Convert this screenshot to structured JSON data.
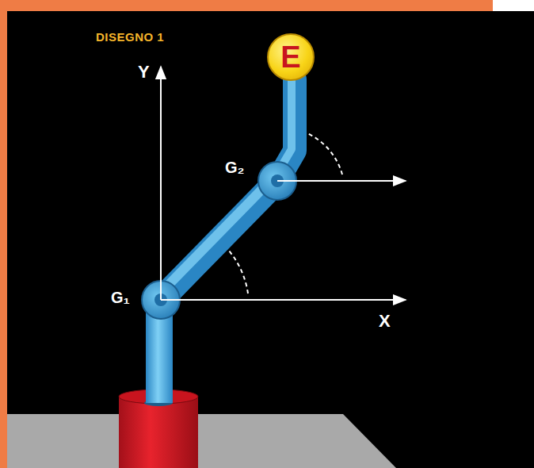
{
  "diagram": {
    "title": "DISEGNO 1",
    "nodes": [
      {
        "text": [
          "E"
        ]
      }
    ],
    "labels": [
      "Y",
      "X",
      "G₁",
      "G₂"
    ]
  }
}
